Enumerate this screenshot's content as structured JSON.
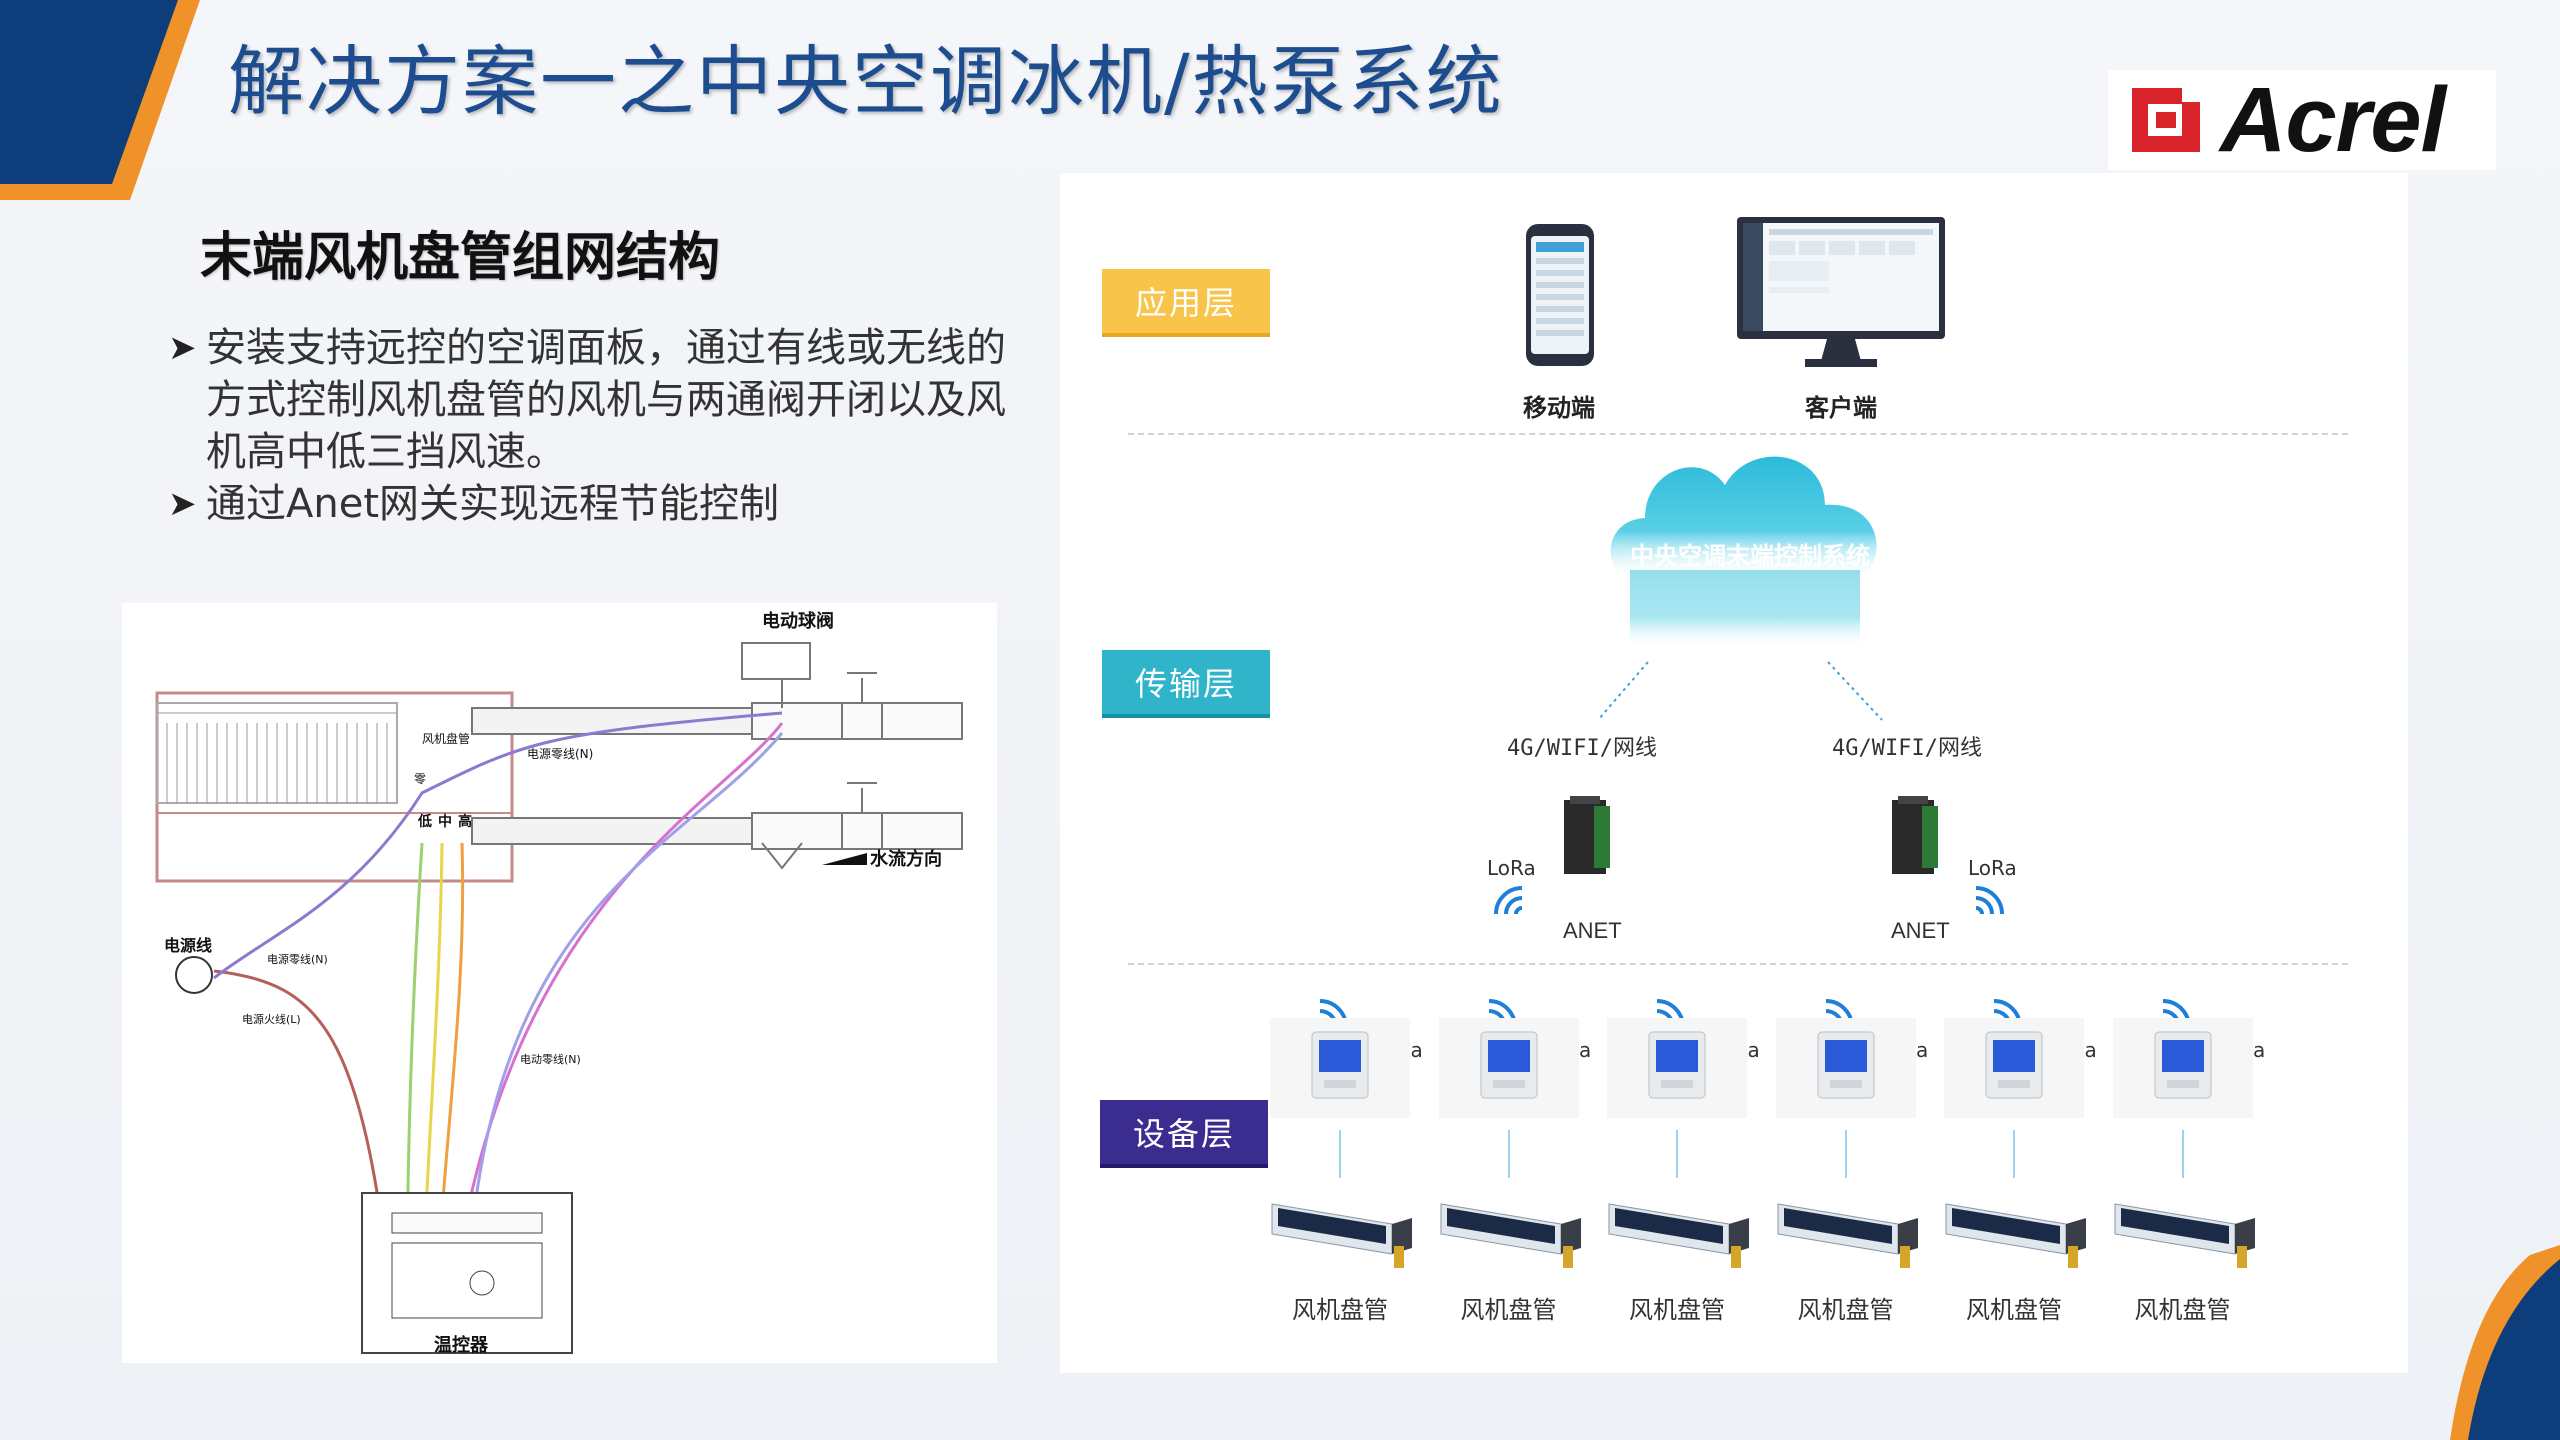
{
  "header": {
    "title": "解决方案一之中央空调冰机/热泵系统",
    "logo_text": "Acrel"
  },
  "left": {
    "subtitle": "末端风机盘管组网结构",
    "bullets": [
      "安装支持远控的空调面板，通过有线或无线的方式控制风机盘管的风机与两通阀开闭以及风机高中低三挡风速。",
      "通过Anet网关实现远程节能控制"
    ],
    "bullet_marker": "➤"
  },
  "wiring": {
    "valve": "电动球阀",
    "fan_coil": "风机盘管",
    "neutral1": "电源零线(N)",
    "neutral_short": "零",
    "speeds": [
      "低",
      "中",
      "高"
    ],
    "flow": "水流方向",
    "power": "电源线",
    "neutral2": "电源零线(N)",
    "live": "电源火线(L)",
    "valve_wire": "电动零线(N)",
    "controller": "温控器"
  },
  "diagram": {
    "layers": {
      "app": "应用层",
      "transport": "传输层",
      "device": "设备层"
    },
    "app_devices": {
      "mobile": "移动端",
      "client": "客户端"
    },
    "cloud": "中央空调末端控制系统",
    "link_left": "4G/WIFI/网线",
    "link_right": "4G/WIFI/网线",
    "gateway_left": "ANET",
    "gateway_right": "ANET",
    "lora": "LoRa",
    "fan_coils": [
      "风机盘管",
      "风机盘管",
      "风机盘管",
      "风机盘管",
      "风机盘管",
      "风机盘管"
    ]
  },
  "colors": {
    "title": "#1d4d8f",
    "app_layer": "#f9c44a",
    "transport_layer": "#2fb4c9",
    "device_layer": "#3a2d8f",
    "cloud": "#2cbbd9",
    "corner_blue": "#0d3d7a",
    "corner_orange": "#f0922a"
  }
}
